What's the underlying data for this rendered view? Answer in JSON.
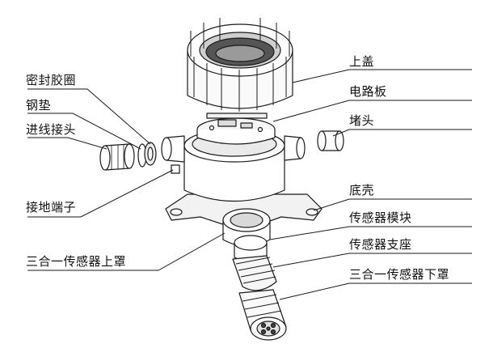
{
  "labels": {
    "left": {
      "seal_ring": "密封胶圈",
      "steel_washer": "钢垫",
      "cable_gland": "进线接头",
      "ground_terminal": "接地端子",
      "sensor_upper_cover": "三合一传感器上罩"
    },
    "right": {
      "top_cover": "上盖",
      "circuit_board": "电路板",
      "plug": "堵头",
      "bottom_shell": "底壳",
      "sensor_module": "传感器模块",
      "sensor_bracket": "传感器支座",
      "sensor_lower_cover": "三合一传感器下罩"
    }
  },
  "colors": {
    "stroke": "#1a1a1a",
    "fill": "#ffffff",
    "shade": "#d8d8d8",
    "dark": "#444444"
  }
}
